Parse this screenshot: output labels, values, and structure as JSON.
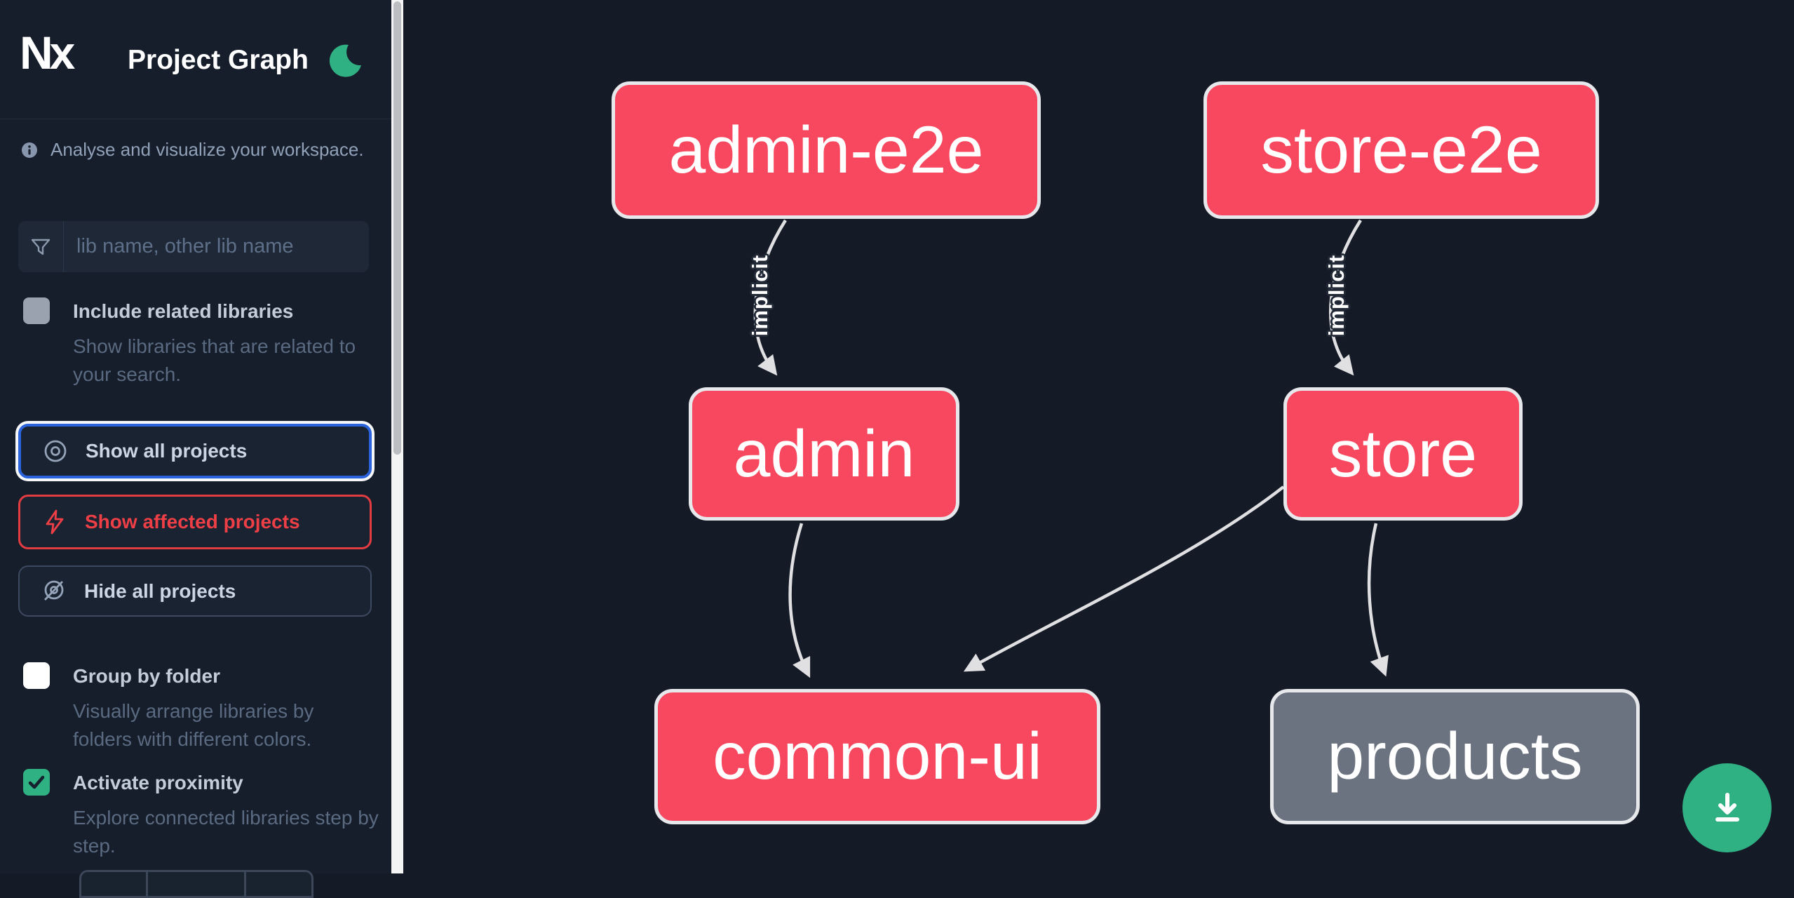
{
  "header": {
    "logo_text": "Nx",
    "title": "Project Graph"
  },
  "sidebar": {
    "tagline": "Analyse and visualize your workspace.",
    "search_placeholder": "lib name, other lib name",
    "actions": [
      {
        "label": "Show all projects",
        "state": "focused"
      },
      {
        "label": "Show affected projects",
        "state": "affected"
      },
      {
        "label": "Hide all projects",
        "state": "default"
      }
    ],
    "toggles": [
      {
        "label": "Include related libraries",
        "description": "Show libraries that are related to your search.",
        "checked": false
      },
      {
        "label": "Group by folder",
        "description": "Visually arrange libraries by folders with different colors.",
        "checked": false
      },
      {
        "label": "Activate proximity",
        "description": "Explore connected libraries step by step.",
        "checked": true
      }
    ]
  },
  "graph": {
    "nodes": [
      {
        "id": "admin-e2e",
        "label": "admin-e2e",
        "style": "pink"
      },
      {
        "id": "store-e2e",
        "label": "store-e2e",
        "style": "pink"
      },
      {
        "id": "admin",
        "label": "admin",
        "style": "pink"
      },
      {
        "id": "store",
        "label": "store",
        "style": "pink"
      },
      {
        "id": "common-ui",
        "label": "common-ui",
        "style": "pink"
      },
      {
        "id": "products",
        "label": "products",
        "style": "gray"
      }
    ],
    "edges": [
      {
        "from": "admin-e2e",
        "to": "admin",
        "label": "implicit"
      },
      {
        "from": "store-e2e",
        "to": "store",
        "label": "implicit"
      },
      {
        "from": "admin",
        "to": "common-ui",
        "label": ""
      },
      {
        "from": "store",
        "to": "common-ui",
        "label": ""
      },
      {
        "from": "store",
        "to": "products",
        "label": ""
      }
    ]
  },
  "colors": {
    "accent_green": "#2fb183",
    "node_pink": "#f8485f",
    "node_gray": "#6b7280",
    "affected_red": "#ee3f46",
    "focus_blue": "#2a63dc",
    "edge_gray": "#e0e0e3"
  }
}
